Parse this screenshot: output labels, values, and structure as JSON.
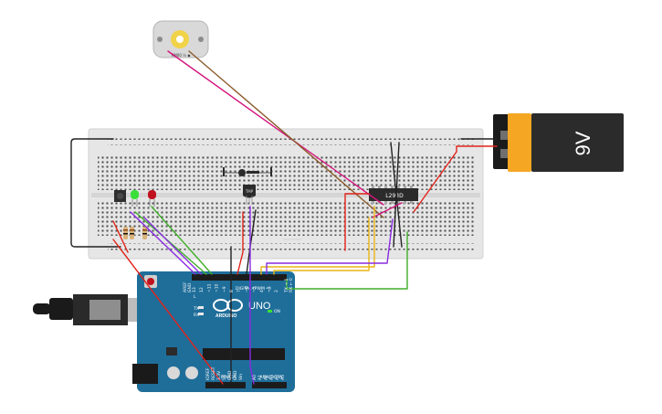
{
  "battery": {
    "label": "9V"
  },
  "chip": {
    "label": "L293D"
  },
  "sensor": {
    "label": "TMP"
  },
  "motor": {
    "label": "RM00 ½ ◆"
  },
  "arduino": {
    "model": "UNO",
    "brand": "ARDUINO",
    "digital_label": "DIGITAL (PWM ~)",
    "power_label": "POWER",
    "analog_label": "ANALOG IN",
    "on_label": "ON",
    "tx_label": "TX",
    "rx_label": "RX",
    "l_label": "L",
    "aref_label": "AREF",
    "gnd_label": "GND",
    "ioref_label": "IOREF",
    "reset_label": "RESET",
    "v33_label": "3.3V",
    "v5_label": "5V",
    "vin_label": "Vin",
    "tx_pin_label": "TX → 1",
    "rx_pin_label": "RX ← 0",
    "digital_pins": [
      "13",
      "12",
      "~11",
      "~10",
      "~9",
      "8",
      "7",
      "~6",
      "~5",
      "4",
      "~3",
      "2"
    ],
    "analog_pins": [
      "A0",
      "A1",
      "A2",
      "A3",
      "A4",
      "A5"
    ]
  },
  "colors": {
    "wire_red": "#e2231a",
    "wire_black": "#222222",
    "wire_green": "#3fae29",
    "wire_purple": "#8a2be2",
    "wire_yellow": "#e8b615",
    "wire_brown": "#8b5a2b",
    "wire_magenta": "#d4147c",
    "led_green": "#3adf3a",
    "led_red": "#c0111f",
    "arduino_blue": "#1f6e9a",
    "battery_orange": "#f5a623"
  }
}
